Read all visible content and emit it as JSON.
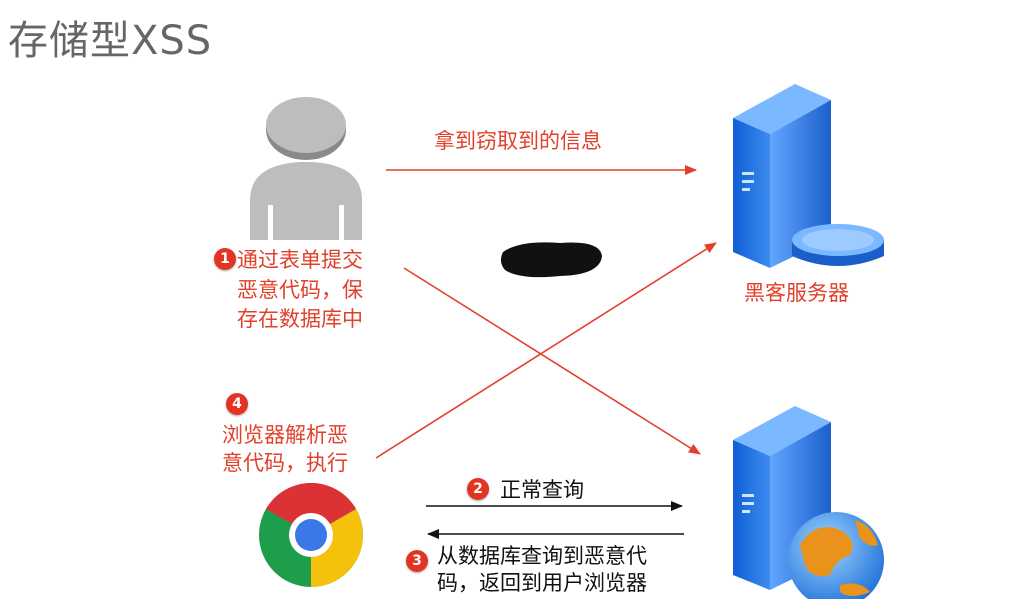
{
  "title": "存储型XSS",
  "labels": {
    "arrow_top": "拿到窃取到的信息",
    "hacker_server": "黑客服务器",
    "step1_line1": "通过表单提交",
    "step1_line2": "恶意代码，保",
    "step1_line3": "存在数据库中",
    "step2": "正常查询",
    "step3_line1": "从数据库查询到恶意代",
    "step3_line2": "码，返回到用户浏览器",
    "step4_line1": "浏览器解析恶",
    "step4_line2": "意代码，执行"
  },
  "badges": {
    "b1": "1",
    "b2": "2",
    "b3": "3",
    "b4": "4"
  },
  "colors": {
    "arrow_red": "#e2402a",
    "text_red": "#e2402a",
    "server_blue": "#1f6fe0",
    "badge_red": "#e33323"
  },
  "icons": [
    "user-icon",
    "hacker-server-icon",
    "web-server-icon",
    "chrome-browser-icon"
  ]
}
